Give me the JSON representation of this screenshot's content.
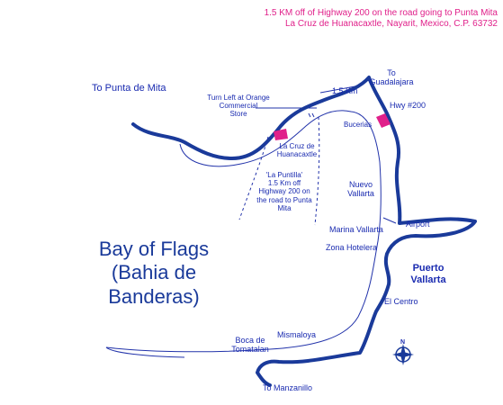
{
  "caption": {
    "line1": "1.5 KM off of Highway 200 on the road going to Punta Mita",
    "line2": "La Cruz de Huanacaxtle, Nayarit, Mexico, C.P. 63732"
  },
  "labels": {
    "to_punta_de_mita": "To Punta de Mita",
    "turn_left": "Turn Left at Orange",
    "commercial": "Commercial",
    "store": "Store",
    "distance": "1.5 Km",
    "to": "To",
    "guadalajara": "Guadalajara",
    "hwy": "Hwy #200",
    "bucerias": "Bucerias",
    "la_cruz_1": "La Cruz de",
    "la_cruz_2": "Huanacaxtle",
    "puntilla_1": "'La Puntilla'",
    "puntilla_2": "1.5 Km off",
    "puntilla_3": "Highway 200 on",
    "puntilla_4": "the road to Punta",
    "puntilla_5": "Mita",
    "nuevo": "Nuevo",
    "vallarta": "Vallarta",
    "marina_vallarta": "Marina Vallarta",
    "airport": "Airport",
    "zona_hotelera": "Zona Hotelera",
    "bay_1": "Bay of Flags",
    "bay_2": "(Bahia de",
    "bay_3": "Banderas)",
    "puerto": "Puerto",
    "puerto_vallarta": "Vallarta",
    "el_centro": "El Centro",
    "mismaloya": "Mismaloya",
    "boca_1": "Boca de",
    "boca_2": "Tomatalan",
    "to_manzanillo": "To Manzanillo",
    "compass": "N"
  },
  "colors": {
    "road": "#1a3a9a",
    "coast": "#2233aa",
    "marker": "#e0208a",
    "text": "#1a2bb0"
  }
}
